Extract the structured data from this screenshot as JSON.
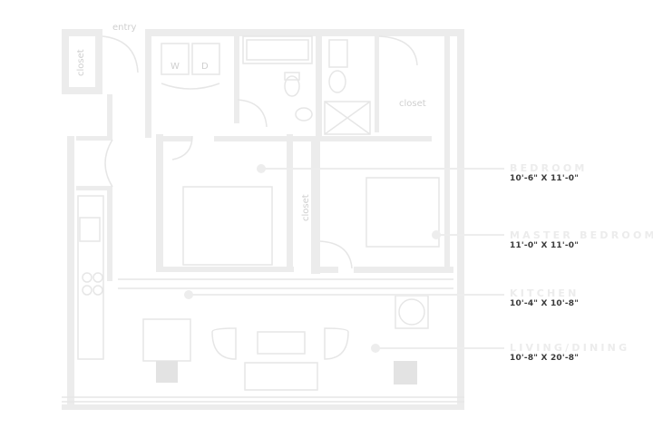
{
  "plan_labels": {
    "entry": "entry",
    "closet_left": "closet",
    "closet_bath": "closet",
    "closet_mid": "closet",
    "washer": "W",
    "dryer": "D"
  },
  "rooms": [
    {
      "name": "BEDROOM",
      "dimensions": "10'-6\" X 11'-0\""
    },
    {
      "name": "MASTER BEDROOM",
      "dimensions": "11'-0\" X 11'-0\""
    },
    {
      "name": "KITCHEN",
      "dimensions": "10'-4\" X 10'-8\""
    },
    {
      "name": "LIVING/DINING",
      "dimensions": "10'-8\" X 20'-8\""
    }
  ],
  "colors": {
    "wall": "#ececec",
    "fixture_line": "#e6e6e6",
    "leader": "#ededed",
    "column": "#e3e3e3",
    "dimension_text": "#3a3a3a"
  }
}
